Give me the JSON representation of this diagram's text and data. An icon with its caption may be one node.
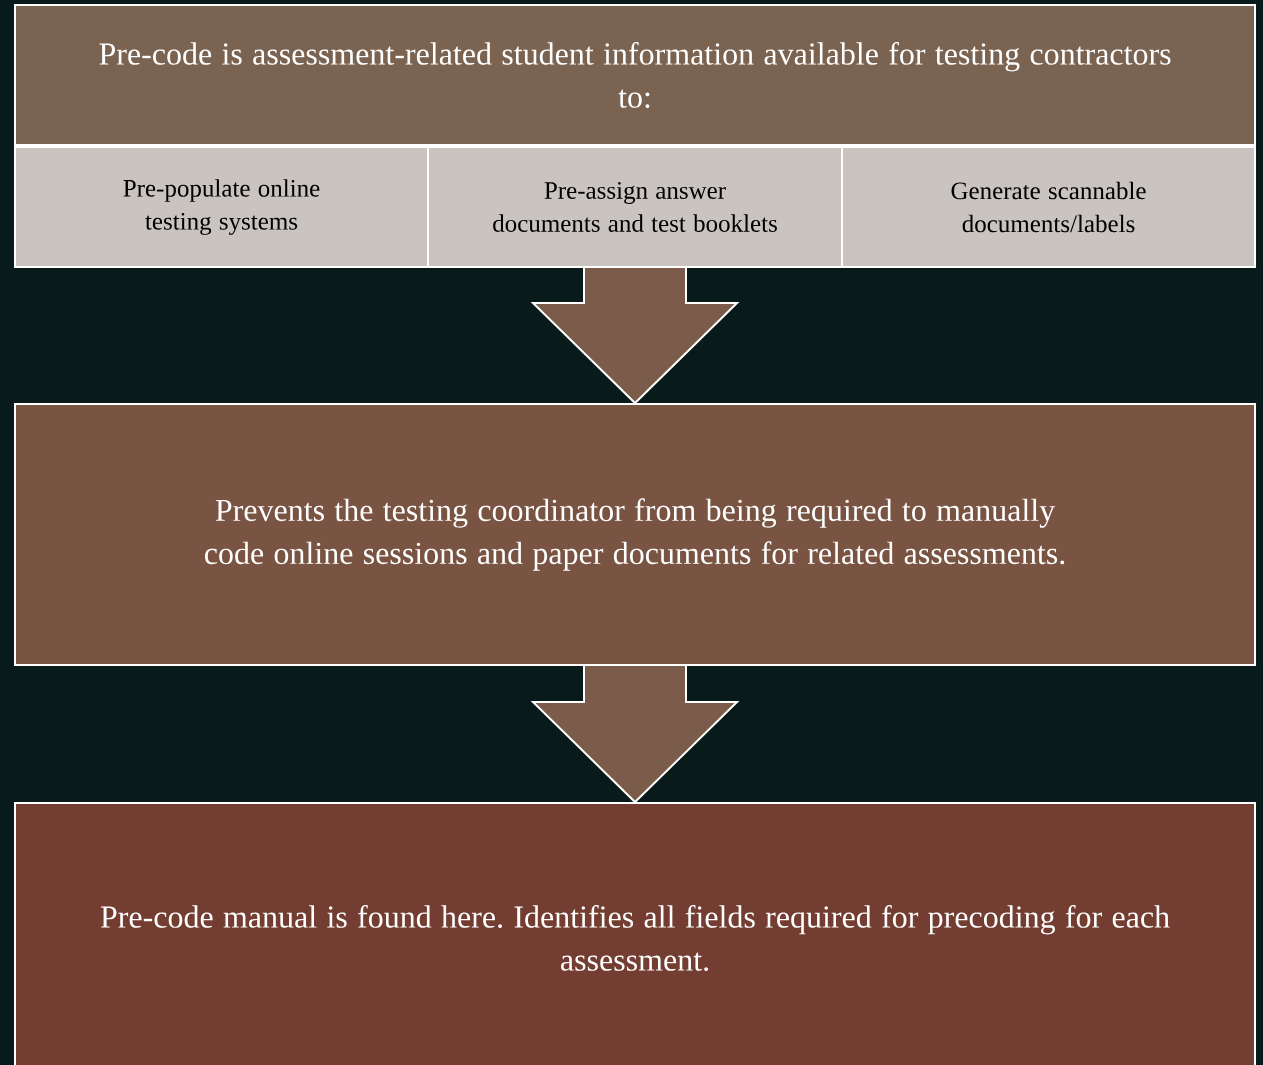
{
  "diagram": {
    "nodes": [
      {
        "text": [
          "Pre-code is assessment-related student information available for testing contractors to:"
        ]
      },
      {
        "text": [
          "Pre-populate online testing systems"
        ]
      },
      {
        "text": [
          "Pre-assign answer documents and test booklets"
        ]
      },
      {
        "text": [
          "Generate scannable documents/labels"
        ]
      },
      {
        "text": [
          "Prevents the testing coordinator from being required to manually code online sessions and paper documents for related assessments."
        ]
      },
      {
        "text": [
          "Pre-code manual is found here. Identifies all fields required for precoding for each assessment."
        ]
      }
    ],
    "edges": [
      {
        "from": 2,
        "to": 4,
        "arrow": "to"
      },
      {
        "from": 4,
        "to": 5,
        "arrow": "to"
      }
    ]
  }
}
